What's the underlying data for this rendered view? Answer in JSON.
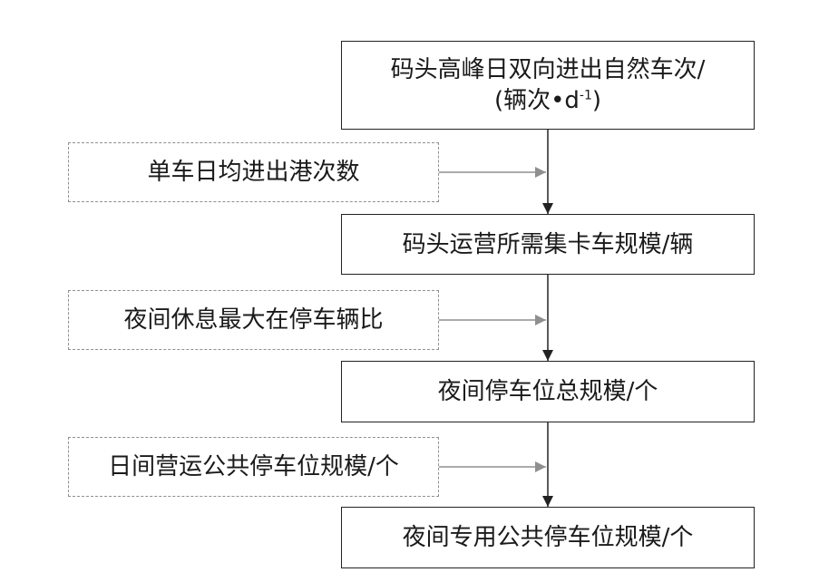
{
  "main_steps": [
    {
      "line1": "码头高峰日双向进出自然车次/",
      "line2_prefix": "(辆次•d",
      "line2_sup": "-1",
      "line2_suffix": ")"
    },
    {
      "text": "码头运营所需集卡车规模/辆"
    },
    {
      "text": "夜间停车位总规模/个"
    },
    {
      "text": "夜间专用公共停车位规模/个"
    }
  ],
  "side_inputs": [
    {
      "text": "单车日均进出港次数"
    },
    {
      "text": "夜间休息最大在停车辆比"
    },
    {
      "text": "日间营运公共停车位规模/个"
    }
  ],
  "colors": {
    "main_border": "#222222",
    "input_border": "#8f8f8f",
    "main_arrow": "#222222",
    "input_arrow": "#8f8f8f"
  }
}
